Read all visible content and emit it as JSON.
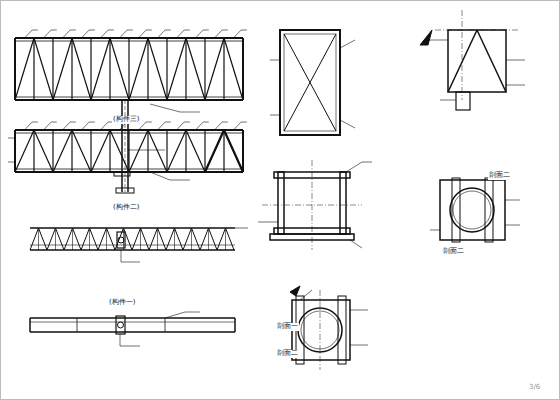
{
  "diagram": {
    "labels": [
      "(构件二)",
      "(构件三)",
      "(构件一)",
      "剖面二",
      "剖面二",
      "剖面一",
      "剖面二",
      "3/6"
    ]
  }
}
